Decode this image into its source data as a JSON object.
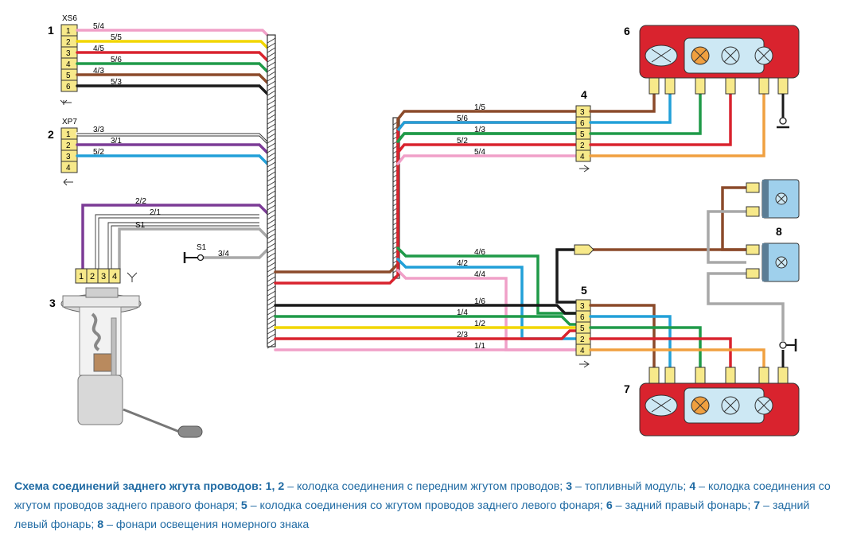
{
  "colors": {
    "pink": "#f0a0c8",
    "yellow": "#f2d600",
    "red": "#d9232e",
    "green": "#1f9a48",
    "brown": "#8b4a2a",
    "black": "#1a1a1a",
    "violet": "#7b3b96",
    "blue": "#22a0d8",
    "grey": "#a8a8a8",
    "orange": "#f0a040",
    "lamp_red": "#d9232e",
    "caption": "#1f6aa3"
  },
  "labels": {
    "n1": "1",
    "n2": "2",
    "n3": "3",
    "n4": "4",
    "n5": "5",
    "n6": "6",
    "n7": "7",
    "n8": "8",
    "xs6": "XS6",
    "xp7": "XP7",
    "s1": "S1",
    "s1_wire": "S1"
  },
  "connectors": {
    "xs6": [
      "1",
      "2",
      "3",
      "4",
      "5",
      "6"
    ],
    "xp7": [
      "1",
      "2",
      "3",
      "4"
    ],
    "c3": [
      "1",
      "2",
      "3",
      "4"
    ],
    "c4": [
      "3",
      "6",
      "5",
      "2",
      "4"
    ],
    "c5": [
      "3",
      "6",
      "5",
      "2",
      "4"
    ]
  },
  "wires": {
    "xs6": [
      "5/4",
      "5/5",
      "4/5",
      "5/6",
      "4/3",
      "5/3"
    ],
    "xp7": [
      "3/3",
      "3/1",
      "5/2"
    ],
    "c3": [
      "2/2",
      "2/1"
    ],
    "s1": "3/4",
    "c4": [
      "1/5",
      "5/6",
      "1/3",
      "5/2",
      "5/4"
    ],
    "c5_upper": [
      "4/6",
      "4/2",
      "4/4"
    ],
    "c5_lower": [
      "1/6",
      "1/4",
      "1/2",
      "2/3",
      "1/1"
    ]
  },
  "caption": {
    "title": "Схема соединений заднего жгута проводов:",
    "k1": "1, 2",
    "t1": " – колодка соединения с передним жгутом проводов; ",
    "k2": "3",
    "t2": " – топливный модуль; ",
    "k3": "4",
    "t3": " – колодка соединения со жгутом проводов заднего правого фонаря; ",
    "k4": "5",
    "t4": " – колодка соединения со жгутом проводов заднего левого фонаря; ",
    "k5": "6",
    "t5": " – задний правый фонарь; ",
    "k6": "7",
    "t6": " – задний левый фонарь; ",
    "k7": "8",
    "t7": " – фонари освещения номерного знака"
  }
}
